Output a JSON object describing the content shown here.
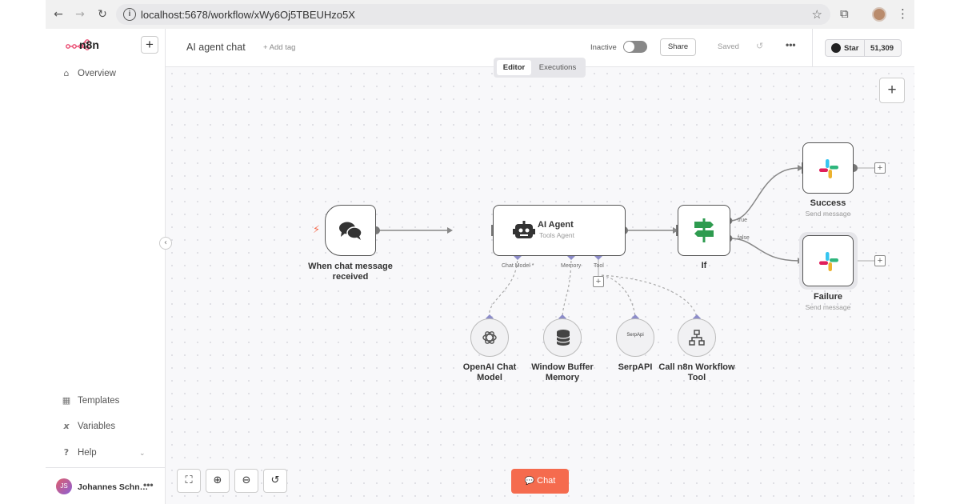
{
  "browser": {
    "url": "localhost:5678/workflow/xWy6Oj5TBEUHzo5X",
    "back_icon": "arrow-left-icon",
    "forward_icon": "arrow-right-icon",
    "reload_icon": "reload-icon"
  },
  "sidebar": {
    "logo_text": "n8n",
    "overview": "Overview",
    "templates": "Templates",
    "variables": "Variables",
    "help": "Help",
    "user_initials": "JS",
    "user_name": "Johannes Schn…"
  },
  "header": {
    "workflow_title": "AI agent chat",
    "add_tag": "+ Add tag",
    "status": "Inactive",
    "share": "Share",
    "saved": "Saved",
    "github_label": "Star",
    "github_count": "51,309"
  },
  "tabs": {
    "editor": "Editor",
    "executions": "Executions"
  },
  "nodes": {
    "trigger": "When chat message received",
    "agent_title": "AI Agent",
    "agent_subtitle": "Tools Agent",
    "if_label": "If",
    "success_title": "Success",
    "success_sub": "Send message",
    "failure_title": "Failure",
    "failure_sub": "Send message",
    "openai": "OpenAI Chat Model",
    "memory": "Window Buffer Memory",
    "serpapi": "SerpAPI",
    "serpapi_logo": "SerpApi",
    "workflow_tool": "Call n8n Workflow Tool"
  },
  "ports": {
    "chat_model": "Chat Model *",
    "memory": "Memory",
    "tool": "Tool",
    "true": "true",
    "false": "false"
  },
  "controls": {
    "chat": "Chat"
  },
  "colors": {
    "accent": "#f56b4e",
    "if_green": "#2e9b4f",
    "node_border": "#555555"
  }
}
